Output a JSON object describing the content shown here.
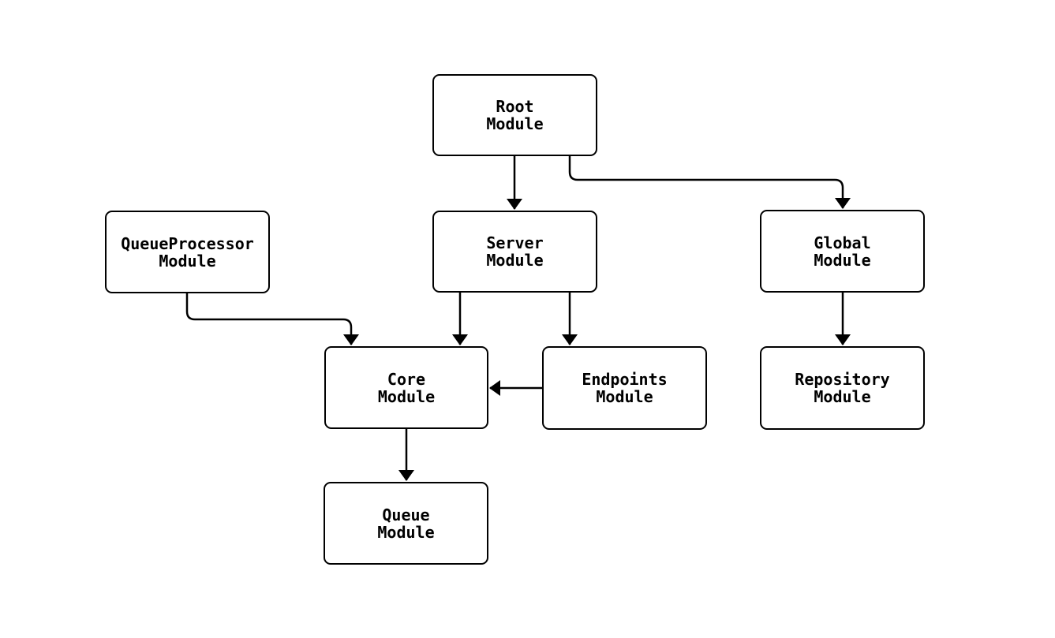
{
  "diagram": {
    "background_color": "#ffffff",
    "stroke_color": "#000000",
    "text_color": "#000000",
    "node_fill_color": "#ffffff",
    "nodes": [
      {
        "id": "root",
        "label": "Root\nModule"
      },
      {
        "id": "queueprocessor",
        "label": "QueueProcessor\nModule"
      },
      {
        "id": "server",
        "label": "Server\nModule"
      },
      {
        "id": "global",
        "label": "Global\nModule"
      },
      {
        "id": "core",
        "label": "Core\nModule"
      },
      {
        "id": "endpoints",
        "label": "Endpoints\nModule"
      },
      {
        "id": "repository",
        "label": "Repository\nModule"
      },
      {
        "id": "queue",
        "label": "Queue\nModule"
      }
    ],
    "edges": [
      {
        "from": "root",
        "to": "server"
      },
      {
        "from": "root",
        "to": "global"
      },
      {
        "from": "queueprocessor",
        "to": "core"
      },
      {
        "from": "server",
        "to": "core"
      },
      {
        "from": "server",
        "to": "endpoints"
      },
      {
        "from": "endpoints",
        "to": "core"
      },
      {
        "from": "global",
        "to": "repository"
      },
      {
        "from": "core",
        "to": "queue"
      }
    ]
  }
}
